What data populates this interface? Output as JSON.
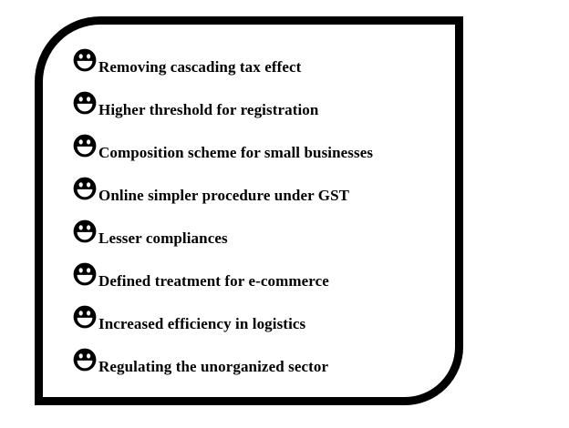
{
  "panel": {
    "name": "gst-benefits-panel",
    "colors": {
      "border": "#000000",
      "icon": "#000000",
      "icon_features": "#ffffff",
      "text": "#000000",
      "background": "#ffffff"
    },
    "items": [
      {
        "icon": "smiley-face-icon",
        "label": "Removing cascading tax effect"
      },
      {
        "icon": "smiley-face-icon",
        "label": "Higher threshold for registration"
      },
      {
        "icon": "smiley-face-icon",
        "label": "Composition scheme for small businesses"
      },
      {
        "icon": "smiley-face-icon",
        "label": "Online simpler procedure under GST"
      },
      {
        "icon": "smiley-face-icon",
        "label": "Lesser compliances"
      },
      {
        "icon": "smiley-face-icon",
        "label": "Defined treatment for e-commerce"
      },
      {
        "icon": "smiley-face-icon",
        "label": "Increased efficiency in logistics"
      },
      {
        "icon": "smiley-face-icon",
        "label": "Regulating the unorganized sector"
      }
    ]
  }
}
